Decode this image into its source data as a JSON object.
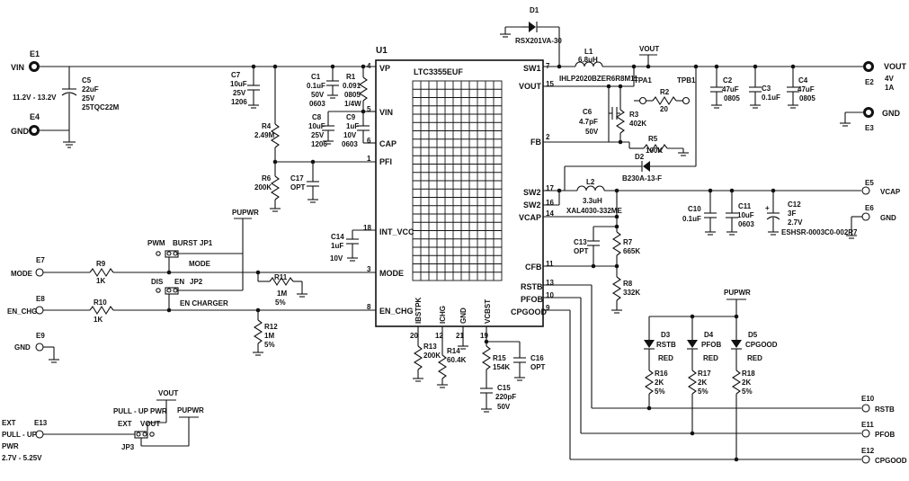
{
  "ic": {
    "ref": "U1",
    "part": "LTC3355EUF",
    "left_pins": [
      {
        "num": "4",
        "name": "VP"
      },
      {
        "num": "5",
        "name": "VIN"
      },
      {
        "num": "6",
        "name": "CAP"
      },
      {
        "num": "1",
        "name": "PFI"
      },
      {
        "num": "18",
        "name": "INT_VCC"
      },
      {
        "num": "3",
        "name": "MODE"
      },
      {
        "num": "8",
        "name": "EN_CHG"
      }
    ],
    "right_pins": [
      {
        "num": "7",
        "name": "SW1"
      },
      {
        "num": "15",
        "name": "VOUT"
      },
      {
        "num": "2",
        "name": "FB"
      },
      {
        "num": "17",
        "name": "SW2"
      },
      {
        "num": "16",
        "name": "SW2"
      },
      {
        "num": "14",
        "name": "VCAP"
      },
      {
        "num": "11",
        "name": "CFB"
      },
      {
        "num": "13",
        "name": "RSTB"
      },
      {
        "num": "10",
        "name": "PFOB"
      },
      {
        "num": "9",
        "name": "CPGOOD"
      }
    ],
    "bottom_pins": [
      {
        "num": "20",
        "name": "IBSTPK"
      },
      {
        "num": "12",
        "name": "ICHG"
      },
      {
        "num": "21",
        "name": "GND"
      },
      {
        "num": "19",
        "name": "VCBST"
      }
    ]
  },
  "terminals": {
    "E1": {
      "ref": "E1",
      "label": "VIN"
    },
    "E4": {
      "ref": "E4",
      "label": "GND"
    },
    "E7": {
      "ref": "E7",
      "label": "MODE"
    },
    "E8": {
      "ref": "E8",
      "label": "EN_CHG"
    },
    "E9": {
      "ref": "E9",
      "label": "GND"
    },
    "E13": {
      "ref": "E13",
      "label": "EXT",
      "label2": "PULL - UP",
      "label3": "PWR",
      "label4": "2.7V - 5.25V"
    },
    "E2": {
      "ref": "E2",
      "label": "VOUT",
      "label2": "4V",
      "label3": "1A"
    },
    "E3": {
      "ref": "E3",
      "label": "GND"
    },
    "E5": {
      "ref": "E5",
      "label": "VCAP"
    },
    "E6": {
      "ref": "E6",
      "label": "GND"
    },
    "E10": {
      "ref": "E10",
      "label": "RSTB"
    },
    "E11": {
      "ref": "E11",
      "label": "PFOB"
    },
    "E12": {
      "ref": "E12",
      "label": "CPGOOD"
    }
  },
  "input_range": "11.2V - 13.2V",
  "components": {
    "C5": [
      "C5",
      "22uF",
      "25V",
      "25TQC22M"
    ],
    "C7": [
      "C7",
      "10uF",
      "25V",
      "1206"
    ],
    "C1": [
      "C1",
      "0.1uF",
      "50V",
      "0603"
    ],
    "R1": [
      "R1",
      "0.091",
      "0805",
      "1/4W"
    ],
    "C8": [
      "C8",
      "10uF",
      "25V",
      "1206"
    ],
    "C9": [
      "C9",
      "1uF",
      "10V",
      "0603"
    ],
    "R4": [
      "R4",
      "2.49M"
    ],
    "R6": [
      "R6",
      "200K"
    ],
    "C17": [
      "C17",
      "OPT"
    ],
    "C14": [
      "C14",
      "1uF",
      "10V"
    ],
    "R9": [
      "R9",
      "1K"
    ],
    "R10": [
      "R10",
      "1K"
    ],
    "R11": [
      "R11",
      "1M",
      "5%"
    ],
    "R12": [
      "R12",
      "1M",
      "5%"
    ],
    "D1": [
      "D1",
      "RSX201VA-30"
    ],
    "L1": [
      "L1",
      "6.8uH",
      "IHLP2020BZER6R8M11"
    ],
    "C6": [
      "C6",
      "4.7pF",
      "50V"
    ],
    "R3": [
      "R3",
      "402K"
    ],
    "R2": [
      "R2",
      "20"
    ],
    "R5": [
      "R5",
      "100K"
    ],
    "D2": [
      "D2",
      "B230A-13-F"
    ],
    "C2": [
      "C2",
      "47uF",
      "0805"
    ],
    "C3": [
      "C3",
      "0.1uF"
    ],
    "C4": [
      "C4",
      "47uF",
      "0805"
    ],
    "L2": [
      "L2",
      "3.3uH",
      "XAL4030-332ME"
    ],
    "C10": [
      "C10",
      "0.1uF"
    ],
    "C11": [
      "C11",
      "10uF",
      "0603"
    ],
    "C12": [
      "C12",
      "3F",
      "2.7V",
      "ESHSR-0003C0-002R7"
    ],
    "C13": [
      "C13",
      "OPT"
    ],
    "R7": [
      "R7",
      "665K"
    ],
    "R8": [
      "R8",
      "332K"
    ],
    "R13": [
      "R13",
      "200K"
    ],
    "R14": [
      "R14",
      "60.4K"
    ],
    "R15": [
      "R15",
      "154K"
    ],
    "C16": [
      "C16",
      "OPT"
    ],
    "C15": [
      "C15",
      "220pF",
      "50V"
    ],
    "D3": [
      "D3",
      "RSTB",
      "RED"
    ],
    "D4": [
      "D4",
      "PFOB",
      "RED"
    ],
    "D5": [
      "D5",
      "CPGOOD",
      "RED"
    ],
    "R16": [
      "R16",
      "2K",
      "5%"
    ],
    "R17": [
      "R17",
      "2K",
      "5%"
    ],
    "R18": [
      "R18",
      "2K",
      "5%"
    ]
  },
  "jumpers": {
    "JP1": {
      "ref": "JP1",
      "opt_a": "PWM",
      "opt_b": "BURST",
      "name": "MODE"
    },
    "JP2": {
      "ref": "JP2",
      "opt_a": "DIS",
      "opt_b": "EN",
      "name": "EN CHARGER"
    },
    "JP3": {
      "ref": "JP3",
      "opt_a": "EXT",
      "opt_b": "VOUT",
      "name": "PULL - UP PWR"
    }
  },
  "test_points": {
    "TPA1": "TPA1",
    "TPB1": "TPB1"
  },
  "nets": {
    "vout": "VOUT",
    "pupwr": "PUPWR"
  }
}
